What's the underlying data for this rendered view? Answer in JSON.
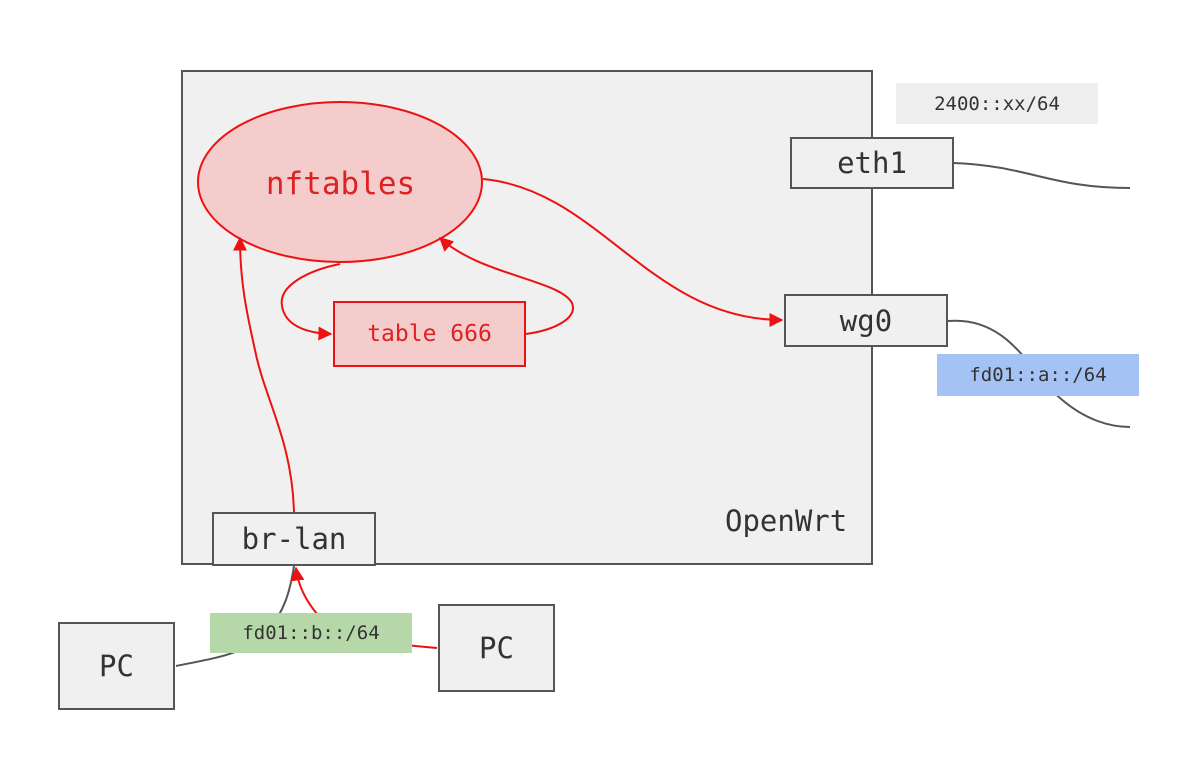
{
  "router": {
    "label": "OpenWrt"
  },
  "nftables": {
    "label": "nftables"
  },
  "routing_table": {
    "label": "table 666"
  },
  "interfaces": {
    "wan": {
      "label": "eth1",
      "prefix": "2400::xx/64"
    },
    "wireguard": {
      "label": "wg0",
      "prefix": "fd01::a::/64"
    },
    "lan": {
      "label": "br-lan",
      "prefix": "fd01::b::/64"
    }
  },
  "clients": [
    {
      "label": "PC"
    },
    {
      "label": "PC"
    }
  ],
  "colors": {
    "router_fill": "#f0f0f0",
    "border": "#555555",
    "highlight_red": "#ee1111",
    "nftables_fill": "#f5cccc",
    "wan_prefix_bg": "#eeeeee",
    "wg_prefix_bg": "#a4c2f4",
    "lan_prefix_bg": "#b6d7a8"
  }
}
